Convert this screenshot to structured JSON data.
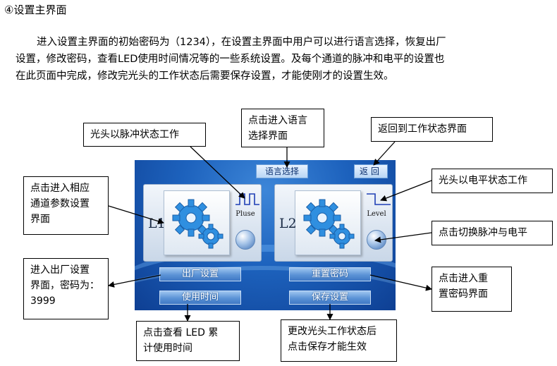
{
  "doc": {
    "heading": "④设置主界面",
    "paragraph_lines": [
      "进入设置主界面的初始密码为（1234），在设置主界面中用户可以进行语言选择，恢复出厂",
      "设置，修改密码，查看LED使用时间情况等的一些系统设置。及每个通道的脉冲和电平的设置也",
      "在此页面中完成，修改完光头的工作状态后需要保存设置，才能使刚才的设置生效。"
    ]
  },
  "screen": {
    "top_buttons": {
      "language": "语言选择",
      "back": "返回"
    },
    "channels": [
      {
        "label": "L1",
        "mode": "Pluse"
      },
      {
        "label": "L2",
        "mode": "Level"
      }
    ],
    "bottom_buttons": {
      "factory": "出厂设置",
      "usage_time": "使用时间",
      "reset_password": "重置密码",
      "save": "保存设置"
    },
    "colors": {
      "screen_bg": "#1d62bd",
      "wave": "#1f3fb5"
    }
  },
  "callouts": {
    "pulse": [
      "光头以脉冲状态工作"
    ],
    "language": [
      "点击进入语言",
      "选择界面"
    ],
    "back": [
      "返回到工作状态界面"
    ],
    "channel_params": [
      "点击进入相应",
      "通道参数设置",
      "界面"
    ],
    "level": [
      "光头以电平状态工作"
    ],
    "toggle": [
      "点击切换脉冲与电平"
    ],
    "factory": [
      "进入出厂设置",
      "界面，密码为：",
      "3999"
    ],
    "reset": [
      "点击进入重",
      "置密码界面"
    ],
    "led_time": [
      "点击查看 LED 累",
      "计使用时间"
    ],
    "save": [
      "更改光头工作状态后",
      "点击保存才能生效"
    ]
  }
}
